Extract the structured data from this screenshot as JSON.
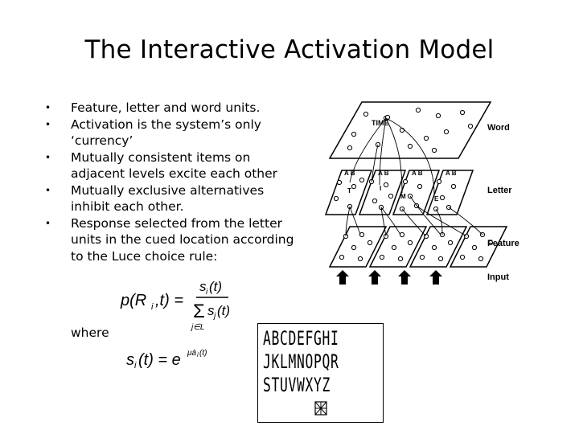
{
  "title": "The Interactive Activation Model",
  "bullets": [
    "Feature, letter and word units.",
    "Activation is the system’s only ‘currency’",
    "Mutually consistent items on adjacent levels excite each other",
    "Mutually exclusive alternatives inhibit each other.",
    "Response selected from the letter units in the cued location according to the Luce choice rule:"
  ],
  "where_label": "where",
  "diagram": {
    "level_labels": {
      "word": "Word",
      "letter": "Letter",
      "feature": "Feature",
      "input": "Input"
    },
    "node_labels": {
      "time": "TIME",
      "t": "T",
      "i": "I",
      "m": "M",
      "e": "E",
      "a": "A",
      "b": "B"
    }
  },
  "font_display": {
    "rows": [
      "ABCDEFGHI",
      "JKLMNOPQR",
      "STUVWXYZ"
    ]
  }
}
